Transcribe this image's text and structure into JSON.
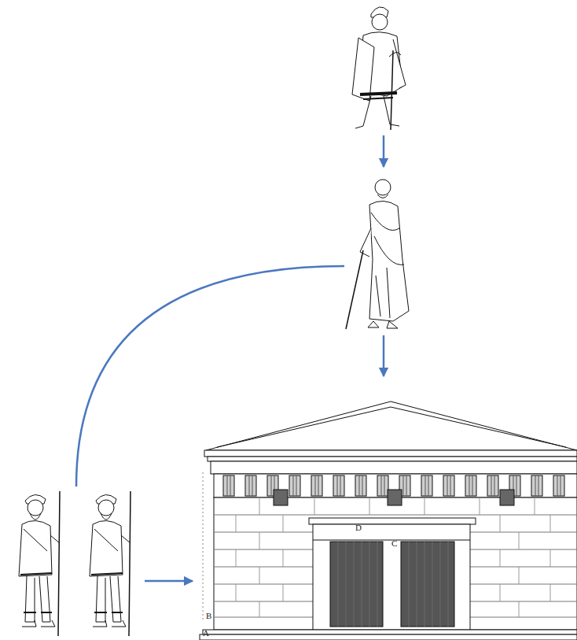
{
  "diagram": {
    "nodes": [
      {
        "text": []
      },
      {
        "text": []
      },
      {
        "text": []
      },
      {
        "text": [
          "D",
          "C",
          "B",
          "A"
        ]
      }
    ],
    "edges": [
      {
        "from": 0,
        "to": 1,
        "arrow": "to"
      },
      {
        "from": 1,
        "to": 3,
        "arrow": "to"
      },
      {
        "from": 2,
        "to": 1,
        "arrow": "none"
      },
      {
        "from": 2,
        "to": 3,
        "arrow": "to"
      }
    ]
  }
}
